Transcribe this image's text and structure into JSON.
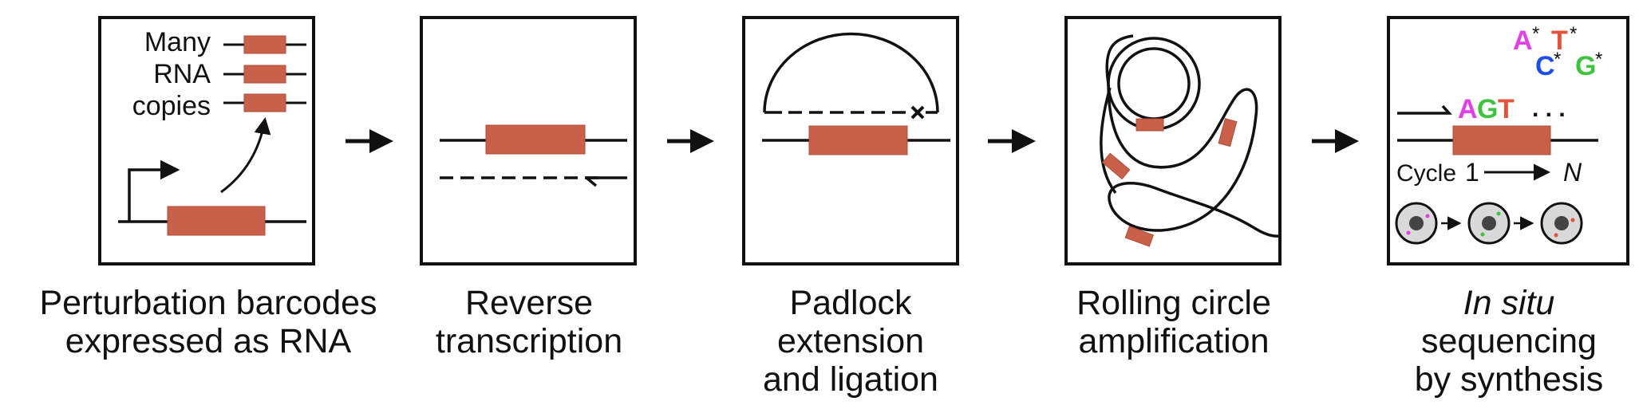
{
  "colors": {
    "barcode": "#c8604a",
    "barcode_edge": "#b04c3a",
    "line": "#111111",
    "base_A": "#e040e6",
    "base_G": "#3fc23f",
    "base_T": "#e2533a",
    "base_C": "#1e4ee6",
    "cell_body": "#d9d9d9",
    "nucleus": "#444444"
  },
  "panels": [
    {
      "id": "expression",
      "labels": [
        "Many",
        "RNA",
        "copies"
      ],
      "caption": [
        "Perturbation barcodes",
        "expressed as RNA"
      ]
    },
    {
      "id": "reverse-transcription",
      "caption": [
        "Reverse",
        "transcription"
      ]
    },
    {
      "id": "padlock",
      "caption": [
        "Padlock",
        "extension",
        "and ligation"
      ]
    },
    {
      "id": "rca",
      "caption": [
        "Rolling circle",
        "amplification"
      ]
    },
    {
      "id": "sbs",
      "bases_top": [
        "A",
        "T"
      ],
      "bases_bottom": [
        "C",
        "G"
      ],
      "star": "*",
      "read": [
        "A",
        "G",
        "T"
      ],
      "ellipsis": ". . .",
      "cycle_label": "Cycle",
      "cycle_start": "1",
      "cycle_end": "N",
      "caption": [
        "In situ",
        "sequencing",
        "by synthesis"
      ]
    }
  ]
}
